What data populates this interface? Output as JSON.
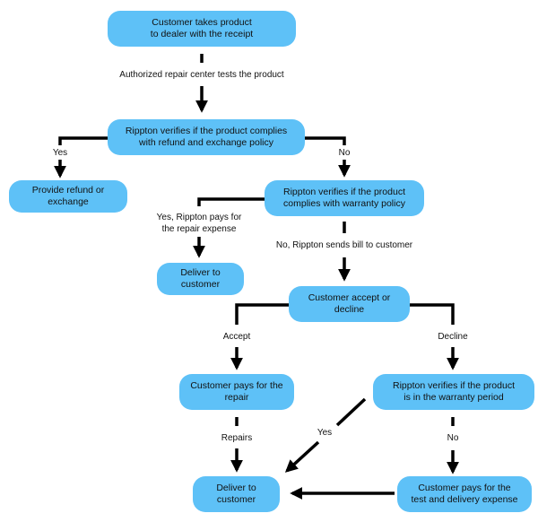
{
  "colors": {
    "node_fill": "#5ec1f7",
    "line": "#000000",
    "text": "#111111"
  },
  "nodes": {
    "start": "Customer takes product\nto dealer with the receipt",
    "policy_check": "Rippton verifies if the product complies\nwith refund and exchange policy",
    "refund": "Provide refund or exchange",
    "warranty_check": "Rippton verifies if the product\ncomplies with warranty policy",
    "deliver_1": "Deliver to customer",
    "accept_decline": "Customer accept or\ndecline",
    "pays_repair": "Customer pays for the\nrepair",
    "period_check": "Rippton verifies if the product\nis in the warranty period",
    "deliver_2": "Deliver to customer",
    "pays_test": "Customer pays for the\ntest and delivery expense"
  },
  "edge_labels": {
    "repair_test": "Authorized repair center tests the product",
    "yes_1": "Yes",
    "no_1": "No",
    "yes_pays": "Yes, Rippton pays for\nthe repair expense",
    "no_bill": "No, Rippton sends bill to customer",
    "accept": "Accept",
    "decline": "Decline",
    "repairs": "Repairs",
    "yes_2": "Yes",
    "no_2": "No"
  }
}
